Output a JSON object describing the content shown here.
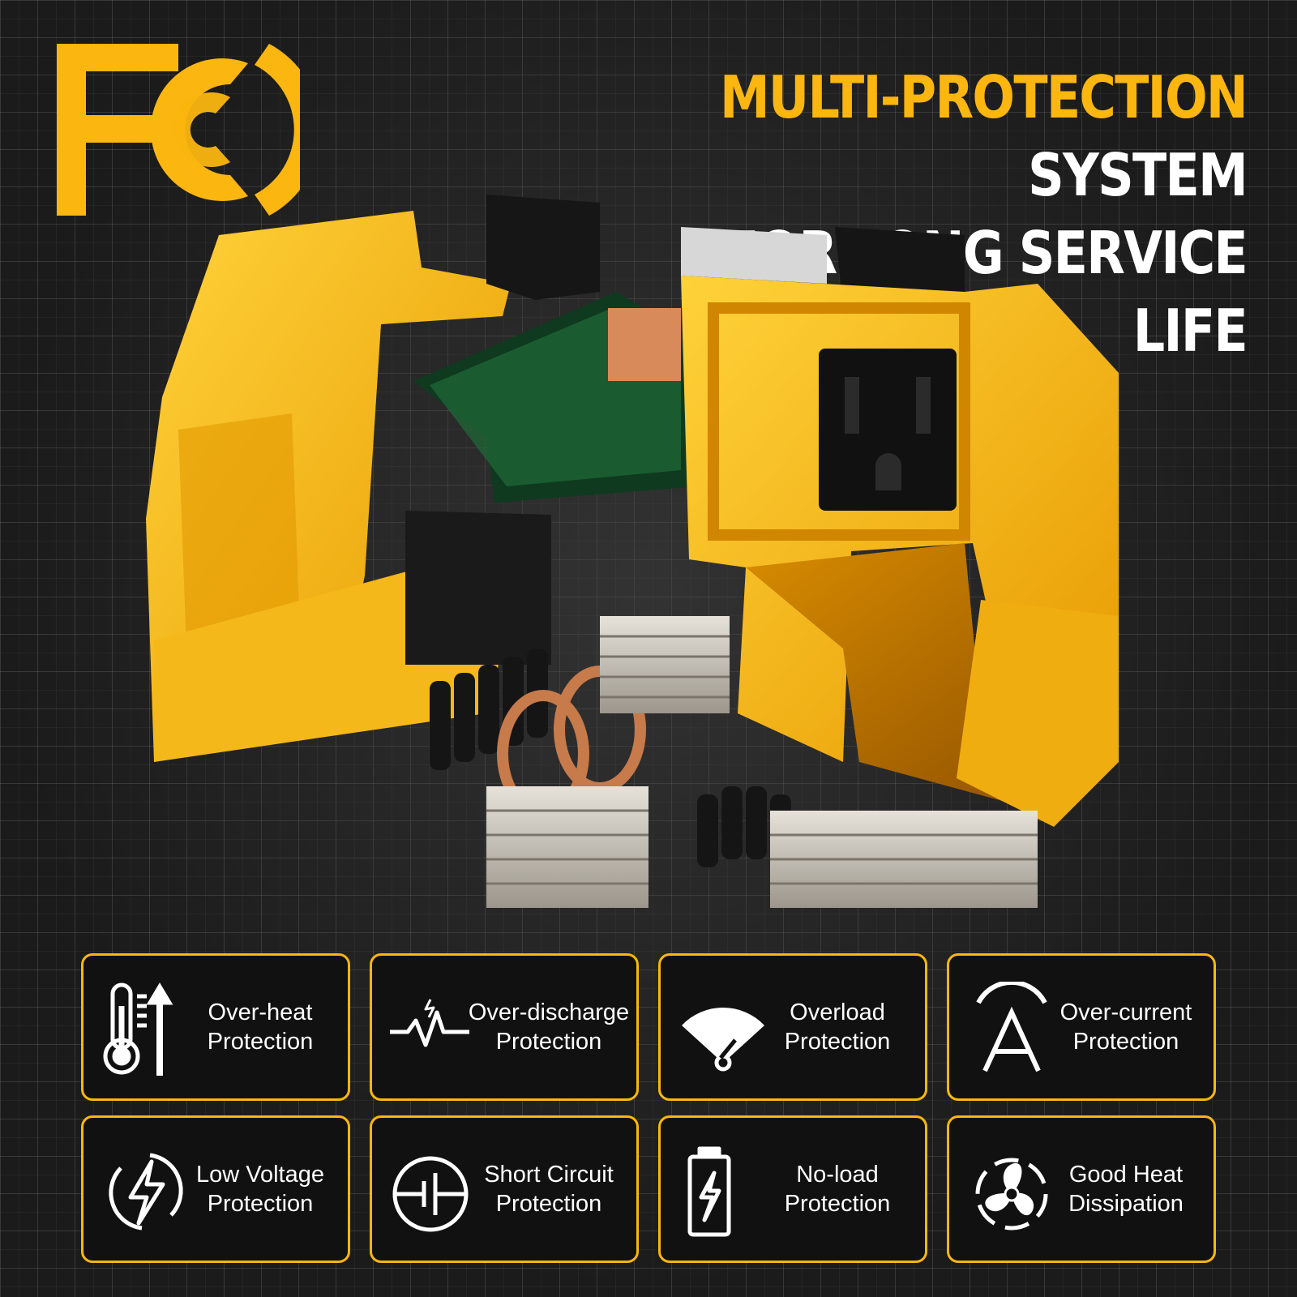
{
  "logo": {
    "icon": "fcc-logo",
    "color": "#fbb60f"
  },
  "headline": {
    "line1_highlight": "MULTI-PROTECTION",
    "line1_rest": "SYSTEM",
    "line2": "FOR LONG SERVICE LIFE",
    "highlight_color": "#fbb60f"
  },
  "product": {
    "icon": "exploded-inverter-illustration"
  },
  "features": [
    {
      "icon": "thermometer-icon",
      "line1": "Over-heat",
      "line2": "Protection"
    },
    {
      "icon": "pulse-wave-icon",
      "line1": "Over-discharge",
      "line2": "Protection"
    },
    {
      "icon": "fan-gauge-icon",
      "line1": "Overload",
      "line2": "Protection"
    },
    {
      "icon": "ampere-icon",
      "line1": "Over-current",
      "line2": "Protection"
    },
    {
      "icon": "lightning-circle-icon",
      "line1": "Low Voltage",
      "line2": "Protection"
    },
    {
      "icon": "short-circuit-icon",
      "line1": "Short Circuit",
      "line2": "Protection"
    },
    {
      "icon": "battery-bolt-icon",
      "line1": "No-load",
      "line2": "Protection"
    },
    {
      "icon": "fan-icon",
      "line1": "Good Heat",
      "line2": "Dissipation"
    }
  ],
  "colors": {
    "accent": "#fbb60f",
    "background": "#1b1b1b",
    "card_bg": "#111111"
  }
}
